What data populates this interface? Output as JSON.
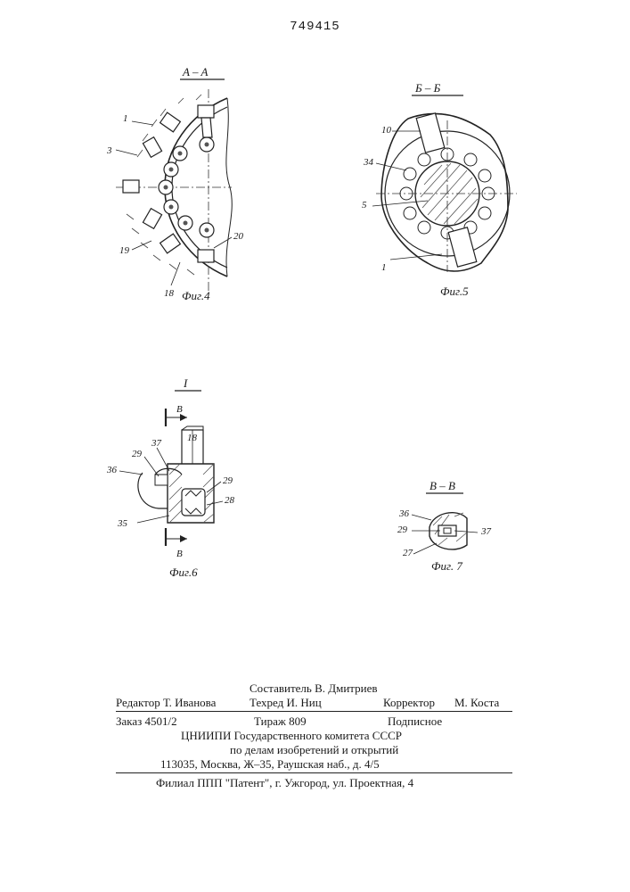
{
  "header": {
    "patent_number": "749415"
  },
  "figures": {
    "fig4": {
      "section": "A – A",
      "caption": "Фиг.4",
      "labels": {
        "l1": "1",
        "l3": "3",
        "l19": "19",
        "l18": "18",
        "l20": "20"
      }
    },
    "fig5": {
      "section": "Б – Б",
      "caption": "Фиг.5",
      "labels": {
        "l10": "10",
        "l34": "34",
        "l5": "5",
        "l1": "1"
      }
    },
    "fig6": {
      "section": "I",
      "caption": "Фиг.6",
      "labels": {
        "b_top": "B",
        "b_bot": "B",
        "l18": "18",
        "l37": "37",
        "l29a": "29",
        "l36": "36",
        "l29b": "29",
        "l28": "28",
        "l35": "35"
      }
    },
    "fig7": {
      "section": "B – B",
      "caption": "Фиг. 7",
      "labels": {
        "l36": "36",
        "l29": "29",
        "l37": "37",
        "l27": "27"
      }
    }
  },
  "footer": {
    "composer": "Составитель В. Дмитриев",
    "editor": "Редактор Т. Иванова",
    "techred": "Техред И. Ниц",
    "corrector_label": "Корректор",
    "corrector_name": "М. Коста",
    "order": "Заказ 4501/2",
    "circulation": "Тираж 809",
    "subscription": "Подписное",
    "org_line1": "ЦНИИПИ Государственного комитета СССР",
    "org_line2": "по делам изобретений и открытий",
    "org_line3": "113035, Москва, Ж–35, Раушская наб., д. 4/5",
    "branch": "Филиал ППП \"Патент\", г. Ужгород, ул. Проектная, 4"
  }
}
